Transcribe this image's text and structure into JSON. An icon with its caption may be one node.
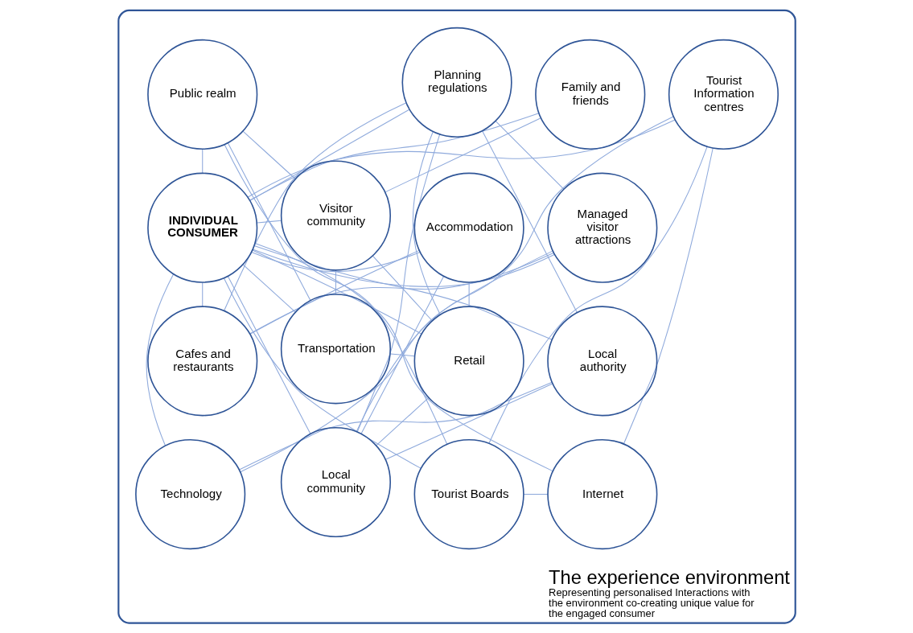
{
  "diagram": {
    "nodes": [
      {
        "text": [
          "The experience environment",
          "Representing personalised Interactions with the environment co-creating unique value for the engaged consumer"
        ]
      },
      {
        "text": [
          "Transportation"
        ],
        "in": 0
      },
      {
        "text": [
          "Retail"
        ],
        "in": 0
      },
      {
        "text": [
          "Accommodation"
        ],
        "in": 0
      },
      {
        "text": [
          "Visitor community"
        ],
        "in": 0
      },
      {
        "text": [
          "Family and friends"
        ],
        "in": 0
      },
      {
        "text": [
          "Public realm"
        ],
        "in": 0
      },
      {
        "text": [
          "INDIVIDUAL CONSUMER"
        ],
        "in": 0
      },
      {
        "text": [
          "Cafes and restaurants"
        ],
        "in": 0
      },
      {
        "text": [
          "Local community"
        ],
        "in": 0
      },
      {
        "text": [
          "Tourist Boards"
        ],
        "in": 0
      },
      {
        "text": [
          "Internet"
        ],
        "in": 0
      },
      {
        "text": [
          "Local authority"
        ],
        "in": 0
      },
      {
        "text": [
          "Managed visitor attractions"
        ],
        "in": 0
      },
      {
        "text": [
          "Planning regulations"
        ],
        "in": 0
      },
      {
        "text": [
          "Technology"
        ],
        "in": 0
      },
      {
        "text": [
          "Tourist Information centres"
        ],
        "in": 0
      }
    ],
    "edges": [
      {
        "from": 2,
        "to": 1,
        "arrow": "none"
      },
      {
        "from": 3,
        "to": 2,
        "arrow": "none"
      },
      {
        "from": 2,
        "to": 4,
        "arrow": "none"
      },
      {
        "from": 2,
        "to": 7,
        "arrow": "none"
      },
      {
        "from": 2,
        "to": 9,
        "arrow": "none"
      },
      {
        "from": 2,
        "to": 14,
        "arrow": "none"
      },
      {
        "from": 3,
        "to": 7,
        "arrow": "none"
      },
      {
        "from": 3,
        "to": 8,
        "arrow": "none"
      },
      {
        "from": 3,
        "to": 9,
        "arrow": "none"
      },
      {
        "from": 8,
        "to": 7,
        "arrow": "none"
      },
      {
        "from": 4,
        "to": 1,
        "arrow": "none"
      },
      {
        "from": 4,
        "to": 6,
        "arrow": "none"
      },
      {
        "from": 4,
        "to": 5,
        "arrow": "none"
      },
      {
        "from": 4,
        "to": 7,
        "arrow": "none"
      },
      {
        "from": 1,
        "to": 7,
        "arrow": "none"
      },
      {
        "from": 1,
        "to": 6,
        "arrow": "none"
      },
      {
        "from": 5,
        "to": 7,
        "arrow": "none"
      },
      {
        "from": 6,
        "to": 7,
        "arrow": "none"
      },
      {
        "from": 6,
        "to": 10,
        "arrow": "none"
      },
      {
        "from": 7,
        "to": 10,
        "arrow": "none"
      },
      {
        "from": 7,
        "to": 11,
        "arrow": "none"
      },
      {
        "from": 7,
        "to": 12,
        "arrow": "none"
      },
      {
        "from": 7,
        "to": 15,
        "arrow": "none"
      },
      {
        "from": 7,
        "to": 16,
        "arrow": "none"
      },
      {
        "from": 9,
        "to": 7,
        "arrow": "none"
      },
      {
        "from": 7,
        "to": 13,
        "arrow": "none"
      },
      {
        "from": 7,
        "to": 14,
        "arrow": "none"
      },
      {
        "from": 11,
        "to": 10,
        "arrow": "none"
      },
      {
        "from": 11,
        "to": 16,
        "arrow": "none"
      },
      {
        "from": 10,
        "to": 16,
        "arrow": "none"
      },
      {
        "from": 15,
        "to": 16,
        "arrow": "none"
      },
      {
        "from": 12,
        "to": 15,
        "arrow": "none"
      },
      {
        "from": 14,
        "to": 12,
        "arrow": "none"
      },
      {
        "from": 9,
        "to": 12,
        "arrow": "none"
      },
      {
        "from": 9,
        "to": 13,
        "arrow": "none"
      },
      {
        "from": 9,
        "to": 14,
        "arrow": "none"
      },
      {
        "from": 8,
        "to": 14,
        "arrow": "none"
      },
      {
        "from": 8,
        "to": 13,
        "arrow": "none"
      },
      {
        "from": 13,
        "to": 14,
        "arrow": "none"
      }
    ]
  }
}
